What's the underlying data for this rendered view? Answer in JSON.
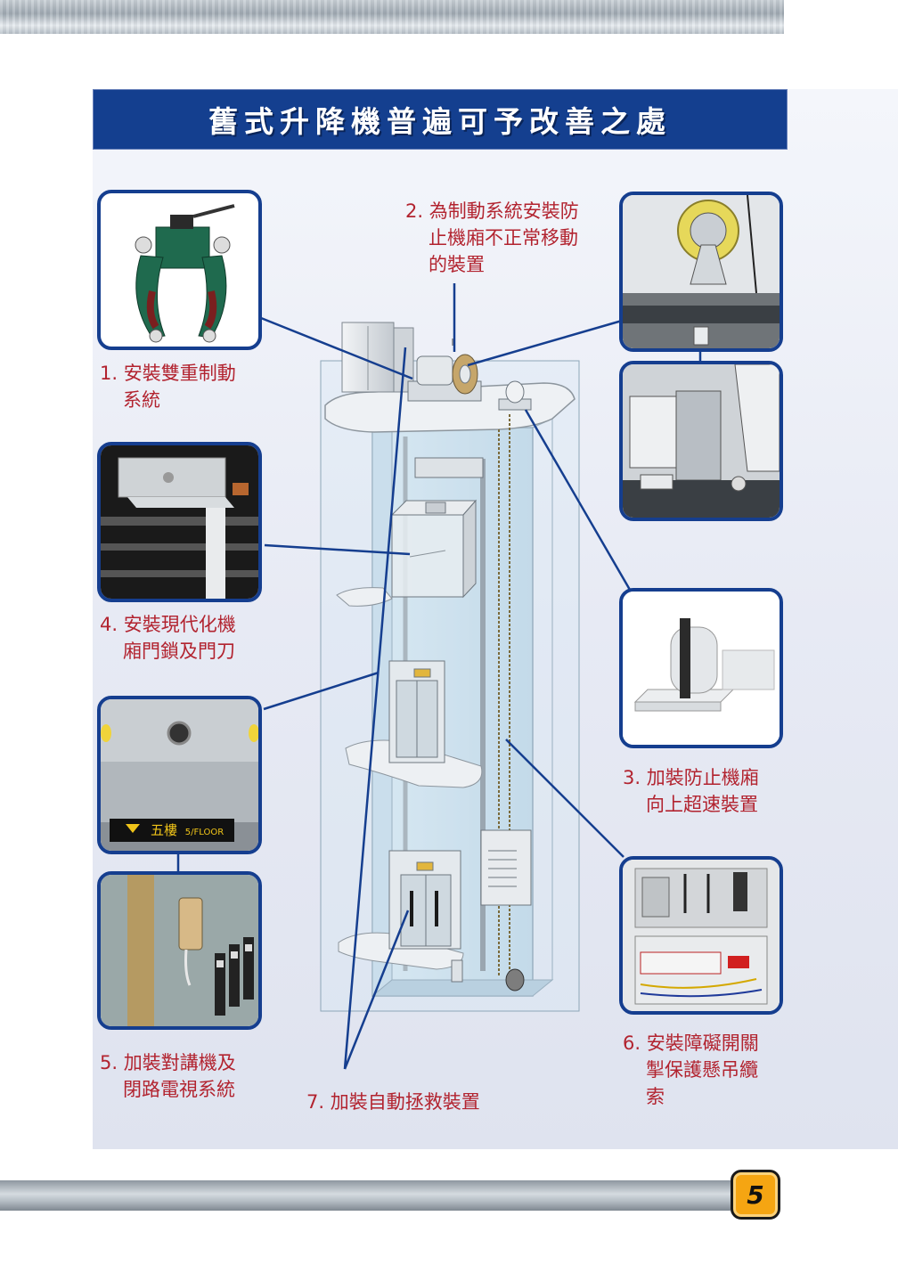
{
  "title": "舊式升降機普遍可予改善之處",
  "page_number": "5",
  "captions": {
    "c1": {
      "line1": "1. 安裝雙重制動",
      "line2": "系統"
    },
    "c2": {
      "line1": "2. 為制動系統安裝防",
      "line2": "止機廂不正常移動",
      "line3": "的裝置"
    },
    "c3": {
      "line1": "3. 加裝防止機廂",
      "line2": "向上超速裝置"
    },
    "c4": {
      "line1": "4. 安裝現代化機",
      "line2": "廂門鎖及門刀"
    },
    "c5": {
      "line1": "5. 加裝對講機及",
      "line2": "閉路電視系統"
    },
    "c6": {
      "line1": "6. 安裝障礙開關",
      "line2": "掣保護懸吊纜",
      "line3": "索"
    },
    "c7": {
      "line1": "7. 加裝自動拯救裝置"
    }
  },
  "floor_display": {
    "chinese": "五樓",
    "english": "5/FLOOR"
  },
  "colors": {
    "banner": "#143f8f",
    "caption": "#b2232f",
    "frame": "#153e8f",
    "page_badge": "#f5a512"
  }
}
